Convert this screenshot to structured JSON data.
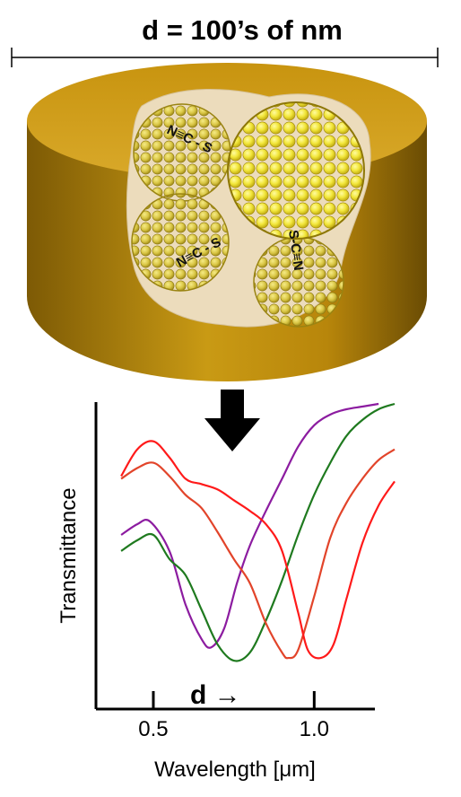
{
  "title": "d = 100’s of nm",
  "ligands": [
    {
      "id": "n-c-s-1",
      "text": "N≡C - S"
    },
    {
      "id": "n-c-s-2",
      "text": "N≡C - S"
    },
    {
      "id": "s-c-n",
      "text": "S-C≡N"
    }
  ],
  "colors": {
    "disk_gold": "#c0900f",
    "disk_gold_light": "#e0b64a",
    "disk_gold_dark": "#7d5a05",
    "nanoparticle": "#f0e63a",
    "cutaway": "#ecdcbc"
  },
  "chart_data": {
    "type": "line",
    "xlabel": "Wavelength [μm]",
    "ylabel": "Transmittance",
    "xlim": [
      0.33,
      1.25
    ],
    "ylim": [
      0,
      1
    ],
    "xticks": [
      0.5,
      1.0
    ],
    "xtick_labels": [
      "0.5",
      "1.0"
    ],
    "annotation": "d →",
    "series": [
      {
        "color": "#8c1ca0",
        "x": [
          0.4,
          0.45,
          0.49,
          0.55,
          0.6,
          0.65,
          0.68,
          0.72,
          0.76,
          0.8,
          0.85,
          0.9,
          0.95,
          1.0,
          1.05,
          1.1,
          1.15,
          1.2
        ],
        "y": [
          0.51,
          0.55,
          0.56,
          0.45,
          0.25,
          0.12,
          0.09,
          0.16,
          0.33,
          0.47,
          0.6,
          0.72,
          0.84,
          0.92,
          0.96,
          0.98,
          0.99,
          1.0
        ]
      },
      {
        "color": "#1f7a1f",
        "x": [
          0.4,
          0.45,
          0.5,
          0.55,
          0.6,
          0.65,
          0.7,
          0.75,
          0.8,
          0.85,
          0.9,
          0.95,
          1.0,
          1.05,
          1.1,
          1.15,
          1.2,
          1.25
        ],
        "y": [
          0.45,
          0.49,
          0.51,
          0.42,
          0.36,
          0.23,
          0.1,
          0.04,
          0.07,
          0.19,
          0.34,
          0.51,
          0.66,
          0.78,
          0.88,
          0.94,
          0.98,
          1.0
        ]
      },
      {
        "color": "#e2442a",
        "x": [
          0.4,
          0.45,
          0.5,
          0.55,
          0.6,
          0.65,
          0.7,
          0.75,
          0.8,
          0.85,
          0.9,
          0.92,
          0.95,
          1.0,
          1.05,
          1.1,
          1.15,
          1.2,
          1.25
        ],
        "y": [
          0.72,
          0.76,
          0.78,
          0.73,
          0.66,
          0.61,
          0.52,
          0.42,
          0.33,
          0.18,
          0.07,
          0.05,
          0.08,
          0.28,
          0.5,
          0.63,
          0.72,
          0.79,
          0.83
        ]
      },
      {
        "color": "#ff1a1a",
        "x": [
          0.4,
          0.45,
          0.5,
          0.55,
          0.6,
          0.65,
          0.7,
          0.75,
          0.8,
          0.85,
          0.9,
          0.95,
          0.98,
          1.02,
          1.06,
          1.1,
          1.15,
          1.2,
          1.25
        ],
        "y": [
          0.73,
          0.83,
          0.86,
          0.8,
          0.72,
          0.7,
          0.68,
          0.64,
          0.6,
          0.55,
          0.45,
          0.22,
          0.08,
          0.05,
          0.1,
          0.27,
          0.48,
          0.62,
          0.71
        ]
      }
    ]
  }
}
